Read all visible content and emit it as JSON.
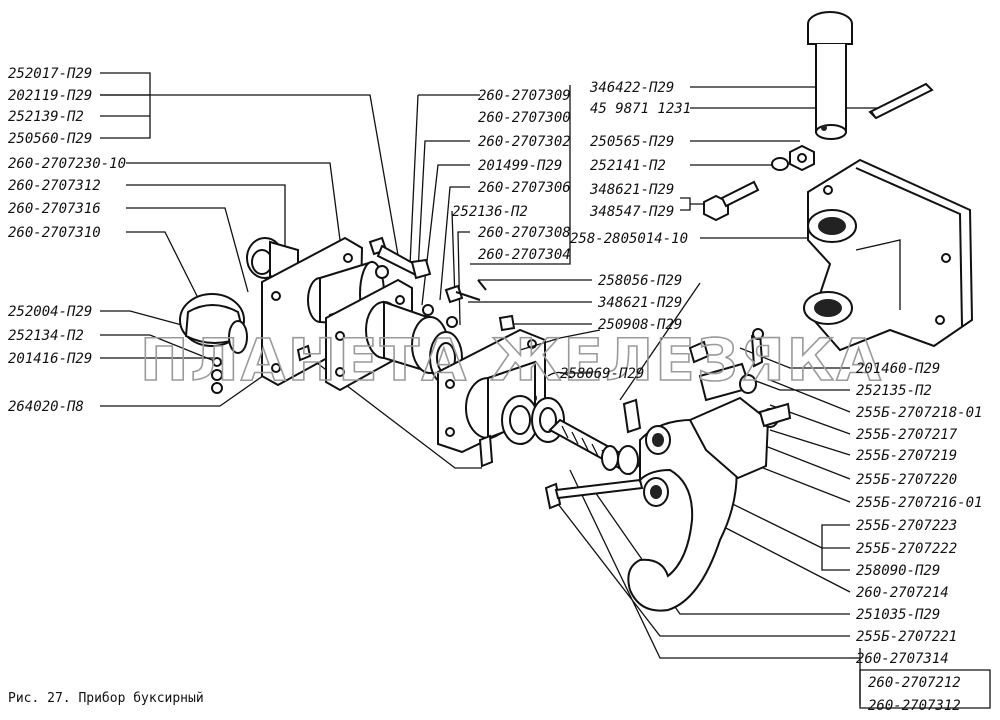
{
  "caption": "Рис. 27. Прибор буксирный",
  "watermark": "ПЛАНЕТА ЖЕЛЕЗЯКА",
  "left_labels": [
    "252017-П29",
    "202119-П29",
    "252139-П2",
    "250560-П29",
    "260-2707230-10",
    "260-2707312",
    "260-2707316",
    "260-2707310",
    "252004-П29",
    "252134-П2",
    "201416-П29",
    "264020-П8"
  ],
  "center_labels": [
    "260-2707309",
    "260-2707300",
    "260-2707302",
    "201499-П29",
    "260-2707306",
    "252136-П2",
    "260-2707308",
    "260-2707304",
    "258056-П29",
    "348621-П29",
    "250908-П29",
    "258069-П29"
  ],
  "top_right_labels": [
    "346422-П29",
    "45 9871 1231",
    "250565-П29",
    "252141-П2",
    "348621-П29",
    "348547-П29",
    "258-2805014-10"
  ],
  "right_labels": [
    "201460-П29",
    "252135-П2",
    "255Б-2707218-01",
    "255Б-2707217",
    "255Б-2707219",
    "255Б-2707220",
    "255Б-2707216-01",
    "255Б-2707223",
    "255Б-2707222",
    "258090-П29",
    "260-2707214",
    "251035-П29",
    "255Б-2707221",
    "260-2707314",
    "260-2707212",
    "260-2707312"
  ]
}
